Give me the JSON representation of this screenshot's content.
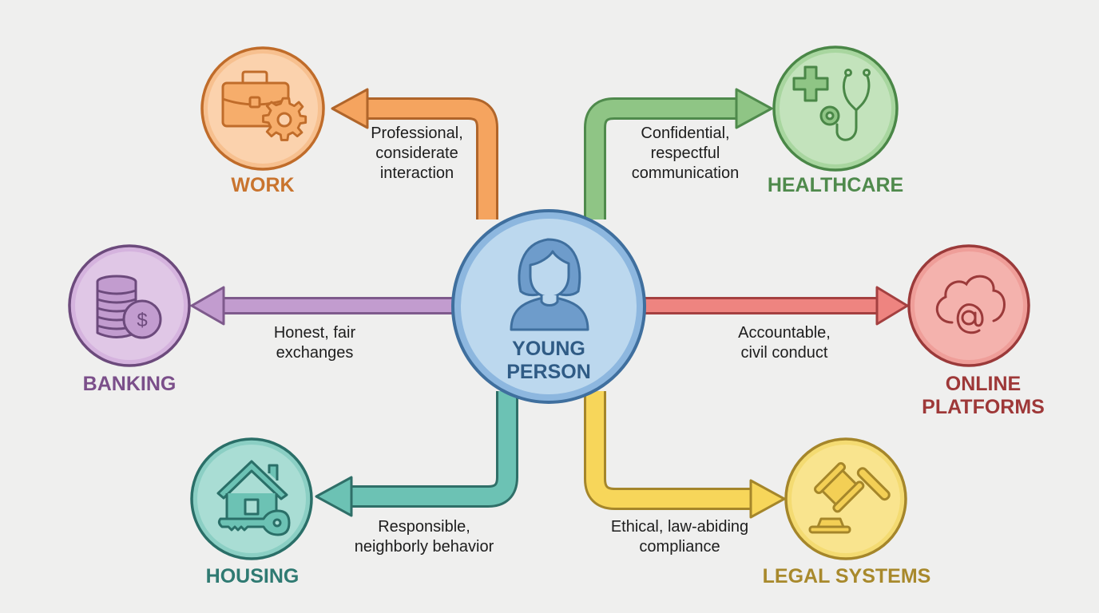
{
  "center": {
    "label": "YOUNG\nPERSON",
    "icon": "person-icon",
    "color": "#5b8fc4",
    "fill": "#bcd8ee"
  },
  "nodes": [
    {
      "id": "work",
      "label": "WORK",
      "icon": "briefcase-gear-icon",
      "color": "#d27a33",
      "text_color": "#c9742e",
      "fill": "#fbd2ad"
    },
    {
      "id": "healthcare",
      "label": "HEALTHCARE",
      "icon": "medical-cross-stethoscope-icon",
      "color": "#4f8a4c",
      "text_color": "#4f8a4c",
      "fill": "#c3e3bc"
    },
    {
      "id": "banking",
      "label": "BANKING",
      "icon": "coins-dollar-icon",
      "color": "#7e5a8c",
      "text_color": "#7b4f8a",
      "fill": "#e0c7e6"
    },
    {
      "id": "online_platforms",
      "label": "ONLINE\nPLATFORMS",
      "icon": "cloud-at-icon",
      "color": "#a44040",
      "text_color": "#9e3838",
      "fill": "#f4b2ad"
    },
    {
      "id": "housing",
      "label": "HOUSING",
      "icon": "house-key-icon",
      "color": "#2f7a72",
      "text_color": "#2f7a72",
      "fill": "#a9ddd4"
    },
    {
      "id": "legal_systems",
      "label": "LEGAL SYSTEMS",
      "icon": "gavel-icon",
      "color": "#a88a2a",
      "text_color": "#a8892c",
      "fill": "#f9e48e"
    }
  ],
  "edges": [
    {
      "to": "work",
      "label": "Professional,\nconsiderate\ninteraction",
      "color": "#f5a45f"
    },
    {
      "to": "healthcare",
      "label": "Confidential,\nrespectful\ncommunication",
      "color": "#8fc585"
    },
    {
      "to": "banking",
      "label": "Honest, fair\nexchanges",
      "color": "#c29ccf"
    },
    {
      "to": "online_platforms",
      "label": "Accountable,\ncivil conduct",
      "color": "#ee8480"
    },
    {
      "to": "housing",
      "label": "Responsible,\nneighborly behavior",
      "color": "#6cc2b4"
    },
    {
      "to": "legal_systems",
      "label": "Ethical, law-abiding\ncompliance",
      "color": "#f7d65a"
    }
  ]
}
